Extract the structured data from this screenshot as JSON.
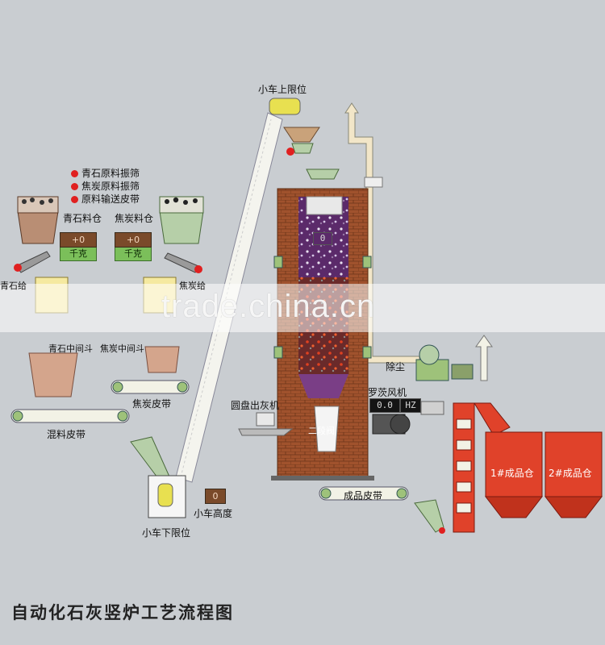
{
  "title": "自动化石灰竖炉工艺流程图",
  "legend": [
    {
      "label": "青石原料振筛"
    },
    {
      "label": "焦炭原料振筛"
    },
    {
      "label": "原料输送皮带"
    }
  ],
  "labels": {
    "cart_upper_limit": "小车上限位",
    "cart_lower_limit": "小车下限位",
    "cart_height": "小车高度",
    "stone_bin": "青石料仓",
    "coke_bin": "焦炭料仓",
    "stone_mid_hopper": "青石中间斗",
    "coke_mid_hopper": "焦炭中间斗",
    "coke_belt": "焦炭皮带",
    "mixing_belt": "混料皮带",
    "dust_removal": "除尘",
    "roots_blower": "罗茨风机",
    "disc_ash_discharger": "圆盘出灰机",
    "secondary_valve": "二段阀",
    "product_belt": "成品皮带",
    "silo1": "1#成品仓",
    "silo2": "2#成品仓",
    "stone_feeder_partial": "青石给",
    "coke_feeder_partial": "焦炭给"
  },
  "readouts": {
    "stone_weight": "+0",
    "coke_weight": "+0",
    "weight_unit": "千克",
    "cart_height": "0",
    "kiln_display": "0",
    "blower_freq": "0.0",
    "blower_unit": "HZ"
  },
  "watermark": "trade.china.cn",
  "colors": {
    "background": "#c9cdd1",
    "kiln_brick": "#a0522d",
    "kiln_core": "#7a3e86",
    "silo": "#e0422a",
    "belt": "#f2f2e6",
    "indicator": "#e02020",
    "hopper": "#b98e74",
    "bin_green": "#b6cfa8"
  }
}
